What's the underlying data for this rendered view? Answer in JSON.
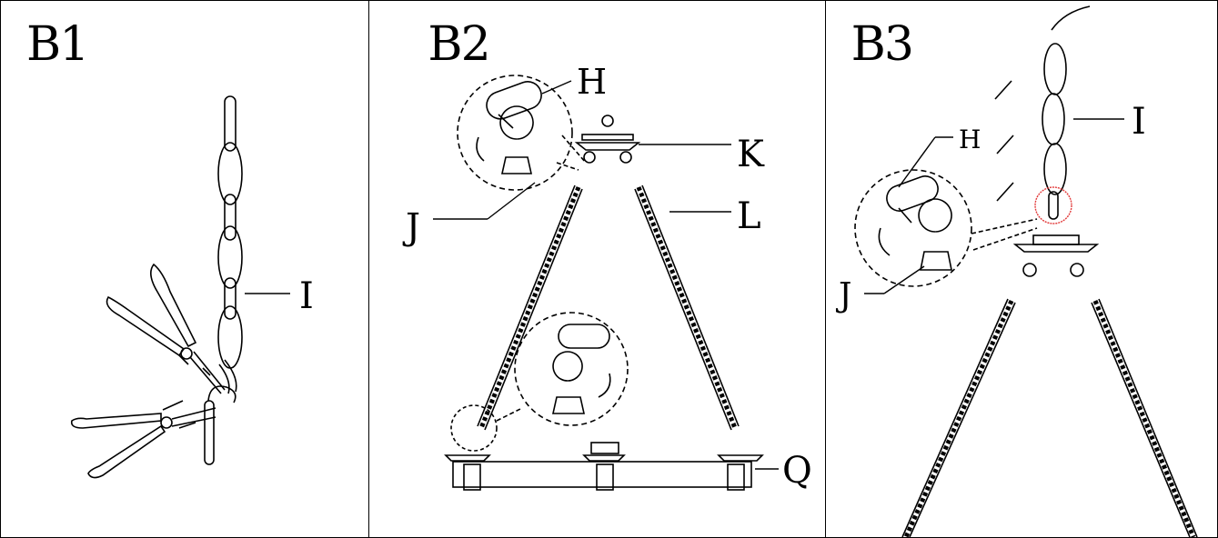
{
  "panels": [
    {
      "title": "B1",
      "labels": {
        "chain": "I"
      }
    },
    {
      "title": "B2",
      "labels": {
        "hook": "H",
        "eye": "J",
        "canopy": "K",
        "rope": "L",
        "frame": "Q"
      }
    },
    {
      "title": "B3",
      "labels": {
        "hook": "H",
        "chain": "I",
        "eye": "J"
      }
    }
  ],
  "colors": {
    "line": "#000000",
    "highlight": "#e23b3b"
  }
}
